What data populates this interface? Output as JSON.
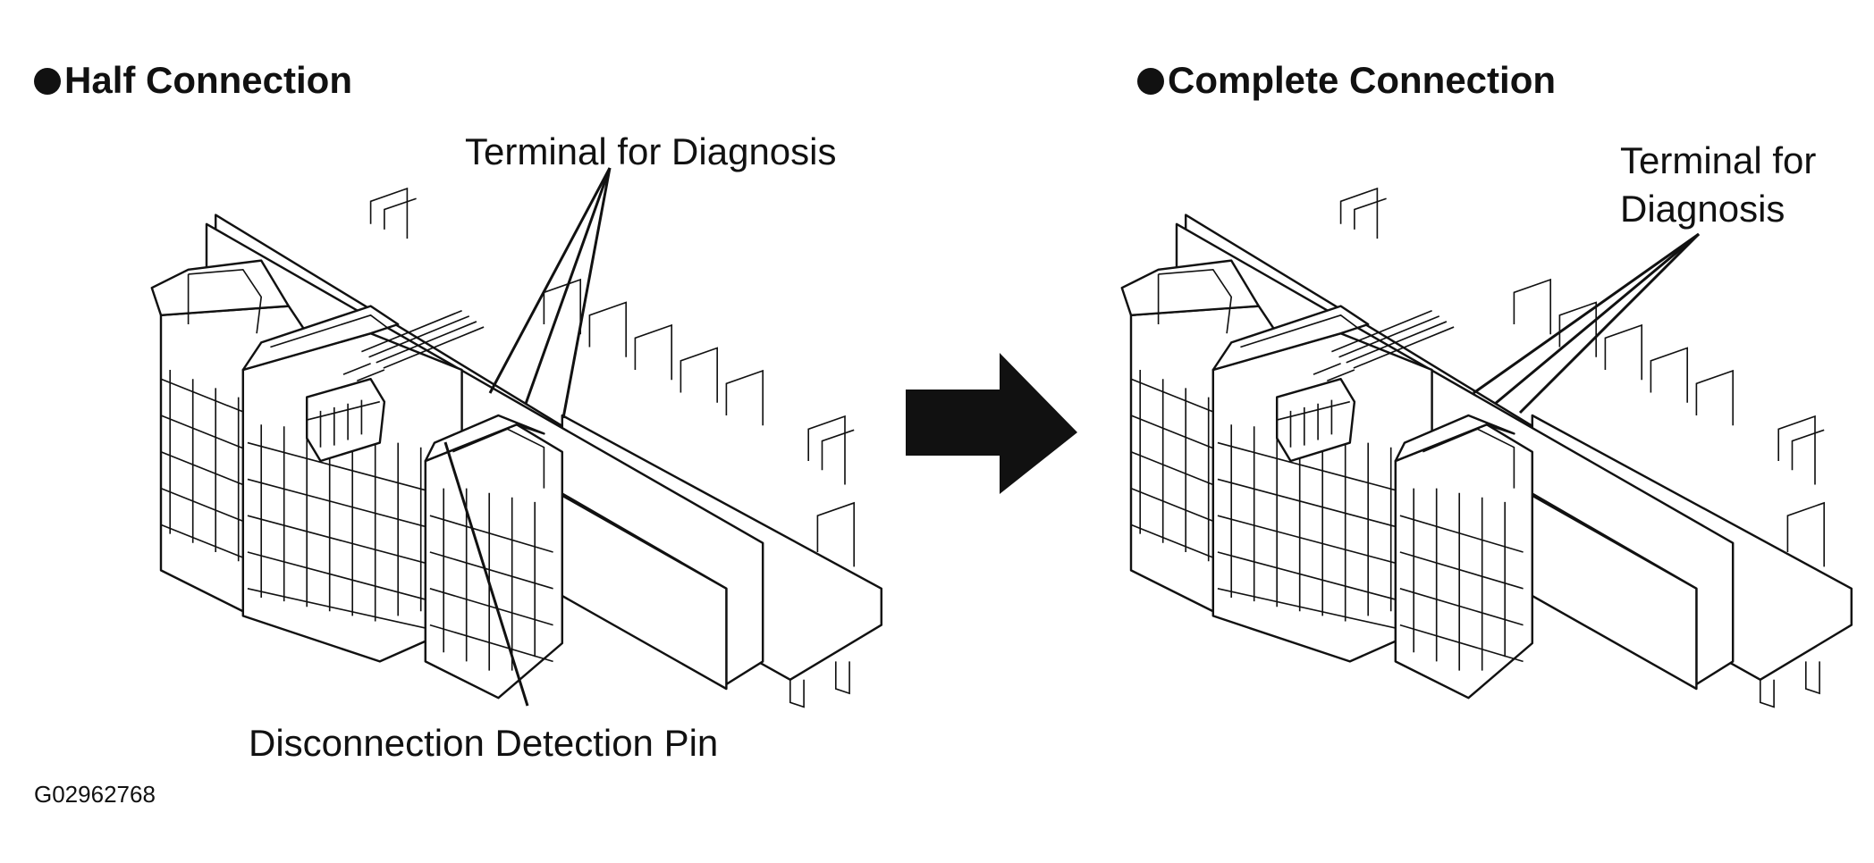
{
  "left_panel": {
    "title": "Half Connection",
    "terminal_label": "Terminal for Diagnosis",
    "pin_label": "Disconnection Detection Pin"
  },
  "right_panel": {
    "title": "Complete Connection",
    "terminal_label_line1": "Terminal for",
    "terminal_label_line2": "Diagnosis"
  },
  "figure_code": "G02962768",
  "arrow_icon": "arrow-right-icon",
  "colors": {
    "ink": "#111111",
    "background": "#ffffff"
  }
}
